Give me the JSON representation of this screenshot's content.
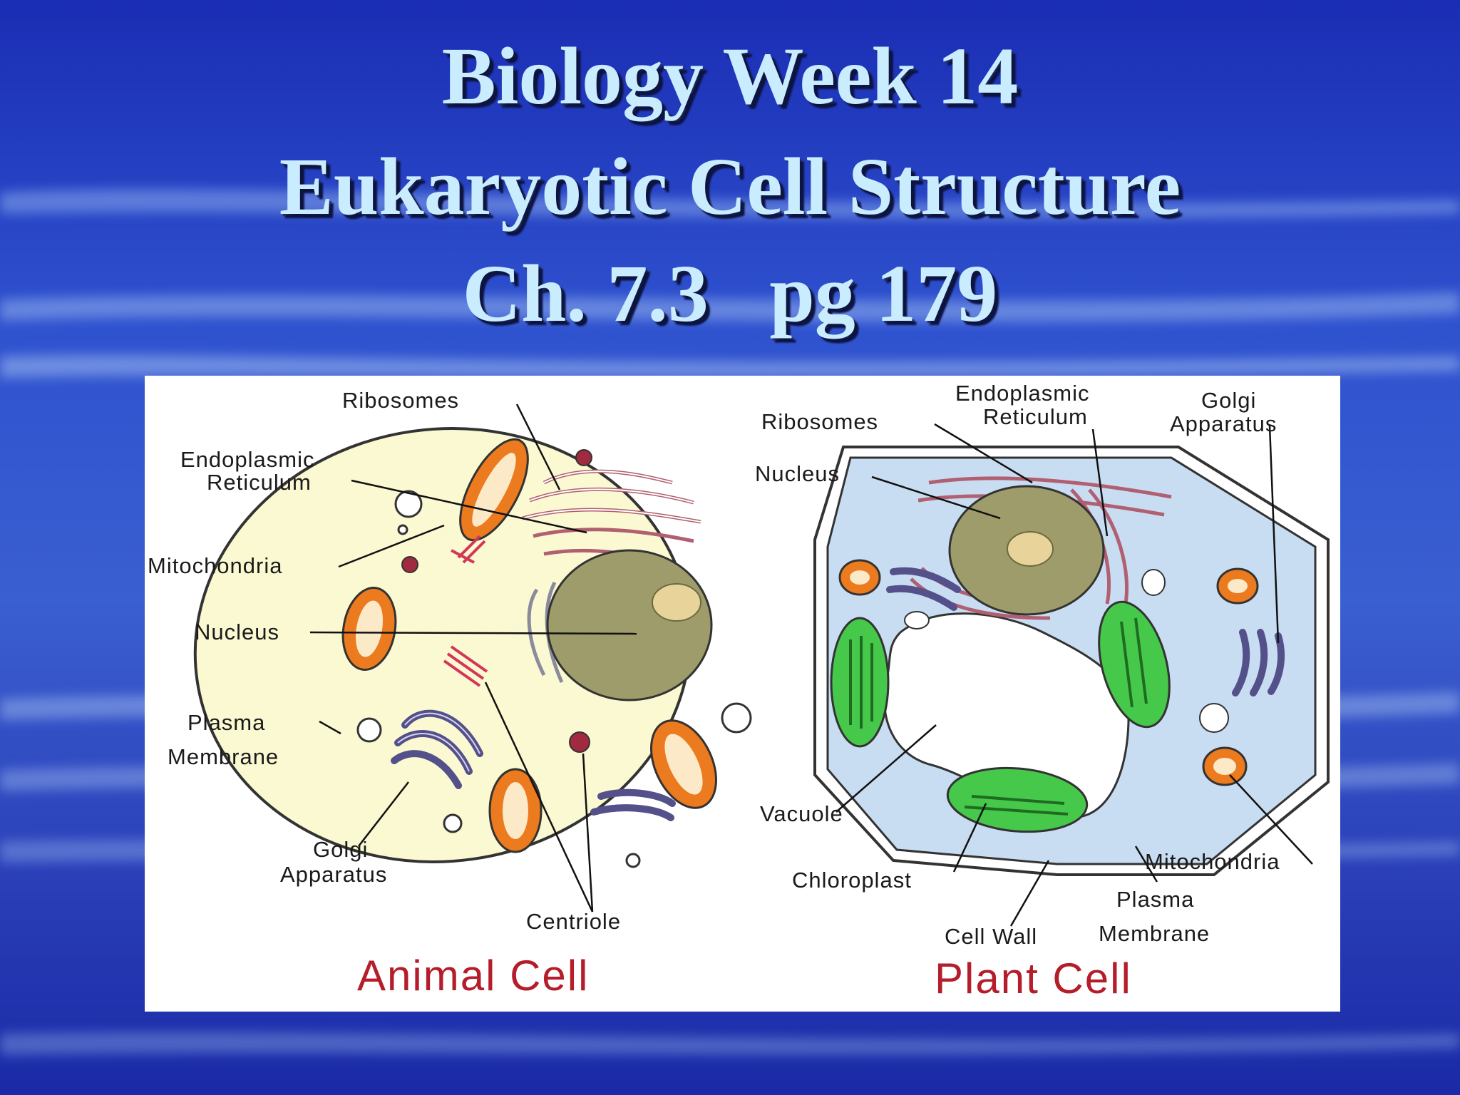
{
  "slide": {
    "title_lines": [
      "Biology Week 14",
      "Eukaryotic Cell Structure",
      "Ch. 7.3   pg 179"
    ]
  },
  "diagram": {
    "animal_cell": {
      "title": "Animal Cell",
      "labels": {
        "ribosomes": "Ribosomes",
        "er_line1": "Endoplasmic",
        "er_line2": "Reticulum",
        "mitochondria": "Mitochondria",
        "nucleus": "Nucleus",
        "plasma_line1": "Plasma",
        "plasma_line2": "Membrane",
        "golgi_line1": "Golgi",
        "golgi_line2": "Apparatus",
        "centriole": "Centriole"
      }
    },
    "plant_cell": {
      "title": "Plant Cell",
      "labels": {
        "er_line1": "Endoplasmic",
        "er_line2": "Reticulum",
        "golgi_line1": "Golgi",
        "golgi_line2": "Apparatus",
        "ribosomes": "Ribosomes",
        "nucleus": "Nucleus",
        "vacuole": "Vacuole",
        "chloroplast": "Chloroplast",
        "mitochondria": "Mitochondria",
        "plasma_line1": "Plasma",
        "plasma_line2": "Membrane",
        "cell_wall": "Cell Wall"
      }
    },
    "colors": {
      "animal_cytoplasm": "#fbf9d2",
      "plant_cytoplasm": "#c9ddf2",
      "nucleus": "#9e9c6a",
      "nucleolus": "#e8d39a",
      "mitochondria": "#ec7a1e",
      "golgi": "#54508a",
      "chloroplast": "#46c84a",
      "er": "#c9707a",
      "label_red": "#b51d2b"
    }
  }
}
